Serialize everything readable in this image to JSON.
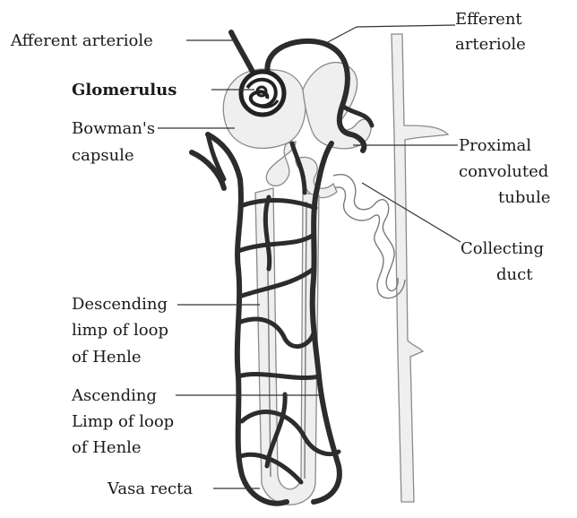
{
  "labels": {
    "afferent_arteriole": "Afferent arteriole",
    "efferent_arteriole_1": "Efferent",
    "efferent_arteriole_2": "arteriole",
    "glomerulus": "Glomerulus",
    "bowmans_capsule_1": "Bowman's",
    "bowmans_capsule_2": "capsule",
    "pct_1": "Proximal",
    "pct_2": "convoluted",
    "pct_3": "tubule",
    "collecting_duct_1": "Collecting",
    "collecting_duct_2": "duct",
    "descending_1": "Descending",
    "descending_2": "limp of loop",
    "descending_3": "of Henle",
    "ascending_1": "Ascending",
    "ascending_2": "Limp of loop",
    "ascending_3": "of Henle",
    "vasa_recta": "Vasa recta"
  }
}
